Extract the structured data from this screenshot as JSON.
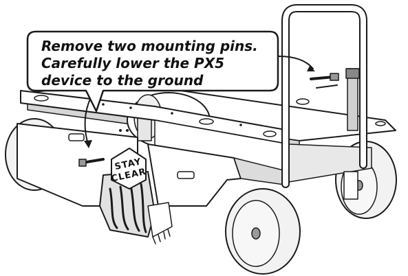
{
  "callout": {
    "lines": [
      "Remove two mounting pins.",
      "Carefully lower the PX5",
      "device to the ground"
    ]
  },
  "sign": {
    "line1": "STAY",
    "line2": "CLEAR"
  },
  "colors": {
    "ink": "#1a1a1a",
    "tire": "#f2f2f2",
    "frame": "#ffffff",
    "shade": "#c9c9c9",
    "dark": "#555555"
  }
}
